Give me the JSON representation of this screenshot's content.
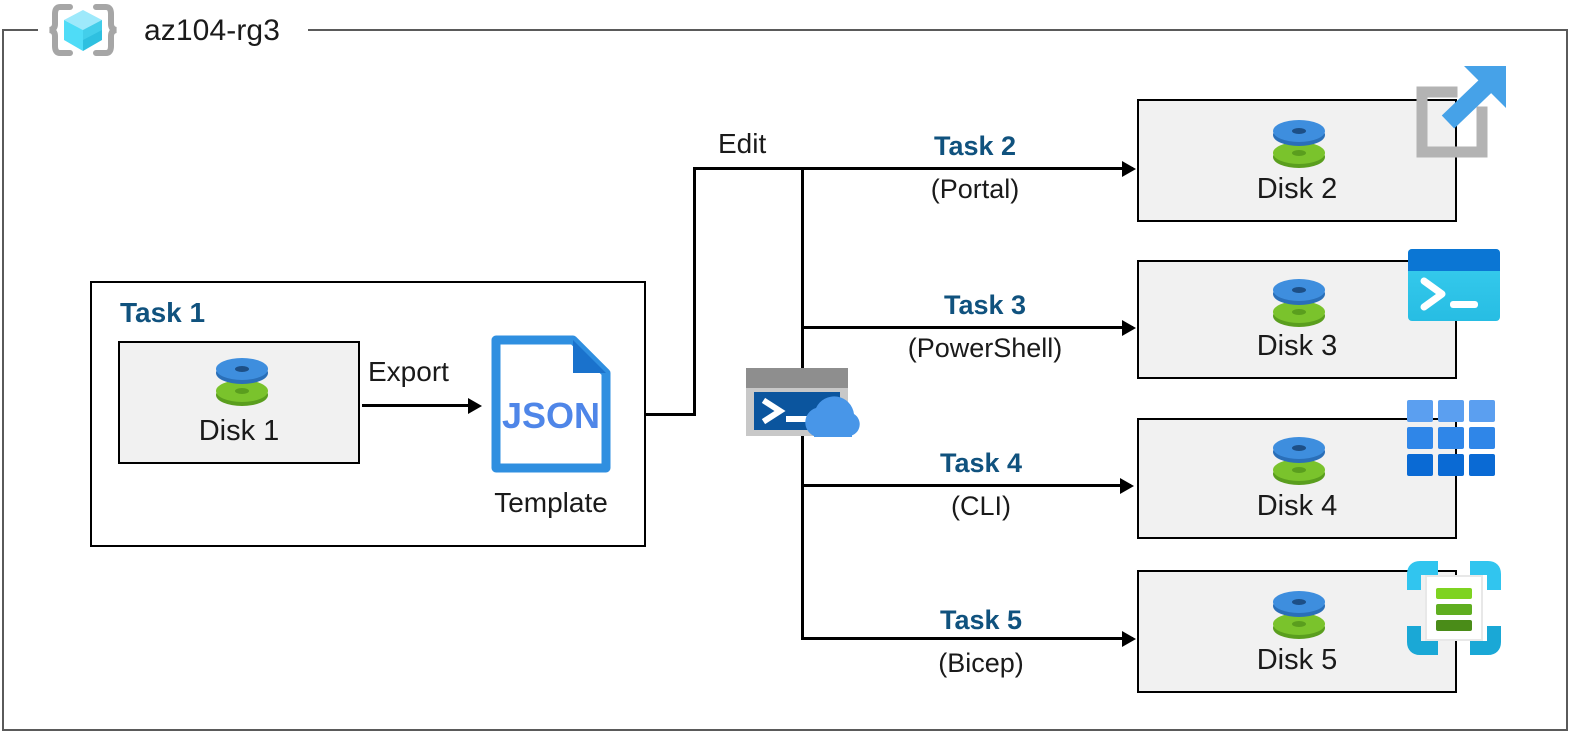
{
  "container": {
    "label": "az104-rg3",
    "icon": "resource-group-icon",
    "border_color": "#5a5a5a"
  },
  "colors": {
    "task_blue": "#10527e",
    "box_fill": "#f1f1f1",
    "box_border": "#000000",
    "disk_blue": "#3e8ede",
    "disk_green": "#6eb52a",
    "json_blue": "#2f8fe0",
    "cyan": "#31c5ef"
  },
  "task1": {
    "title": "Task 1",
    "disk": {
      "label": "Disk 1",
      "icon": "disk-icon"
    },
    "export_label": "Export",
    "template": {
      "label": "Template",
      "icon": "json-file-icon",
      "icon_text": "JSON"
    }
  },
  "edit_label": "Edit",
  "shell": {
    "icon": "cloud-shell-icon"
  },
  "branches": [
    {
      "task": "Task 2",
      "tool": "(Portal)",
      "disk_label": "Disk 2",
      "tool_icon": "open-in-portal-icon",
      "disk_icon": "disk-icon"
    },
    {
      "task": "Task 3",
      "tool": "(PowerShell)",
      "disk_label": "Disk 3",
      "tool_icon": "powershell-icon",
      "disk_icon": "disk-icon"
    },
    {
      "task": "Task 4",
      "tool": "(CLI)",
      "disk_label": "Disk 4",
      "tool_icon": "azure-cli-grid-icon",
      "disk_icon": "disk-icon"
    },
    {
      "task": "Task 5",
      "tool": "(Bicep)",
      "disk_label": "Disk 5",
      "tool_icon": "bicep-icon",
      "disk_icon": "disk-icon"
    }
  ]
}
